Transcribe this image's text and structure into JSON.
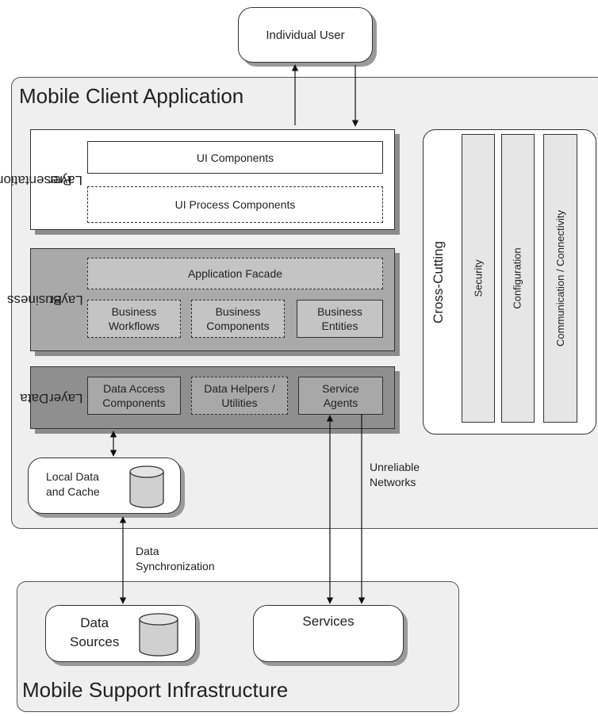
{
  "user": {
    "label": "Individual User"
  },
  "client_app": {
    "title": "Mobile Client Application",
    "presentation": {
      "label_line1": "Presentation",
      "label_line2": "Layer",
      "ui_components": "UI Components",
      "ui_process_components": "UI Process Components"
    },
    "business": {
      "label_line1": "Business",
      "label_line2": "Layer",
      "application_facade": "Application Facade",
      "workflows_line1": "Business",
      "workflows_line2": "Workflows",
      "components_line1": "Business",
      "components_line2": "Components",
      "entities_line1": "Business",
      "entities_line2": "Entities"
    },
    "data_layer": {
      "label_line1": "Data",
      "label_line2": "Layer",
      "access_line1": "Data Access",
      "access_line2": "Components",
      "helpers_line1": "Data Helpers /",
      "helpers_line2": "Utilities",
      "agents_line1": "Service",
      "agents_line2": "Agents"
    },
    "cross_cutting": {
      "title": "Cross-Cutting",
      "security": "Security",
      "configuration": "Configuration",
      "communication": "Communication / Connectivity"
    },
    "local_data": {
      "line1": "Local Data",
      "line2": "and Cache"
    }
  },
  "notes": {
    "unreliable_line1": "Unreliable",
    "unreliable_line2": "Networks",
    "sync_line1": "Data",
    "sync_line2": "Synchronization"
  },
  "support": {
    "title": "Mobile Support Infrastructure",
    "data_sources_line1": "Data",
    "data_sources_line2": "Sources",
    "services": "Services"
  },
  "colors": {
    "presentation_fill": "#ffffff",
    "business_fill": "#a9a9a9",
    "data_layer_fill": "#8f8f8f",
    "inner_fill_business": "#c4c4c4",
    "inner_fill_data": "#a8a8a8",
    "container_fill": "#efefef"
  }
}
